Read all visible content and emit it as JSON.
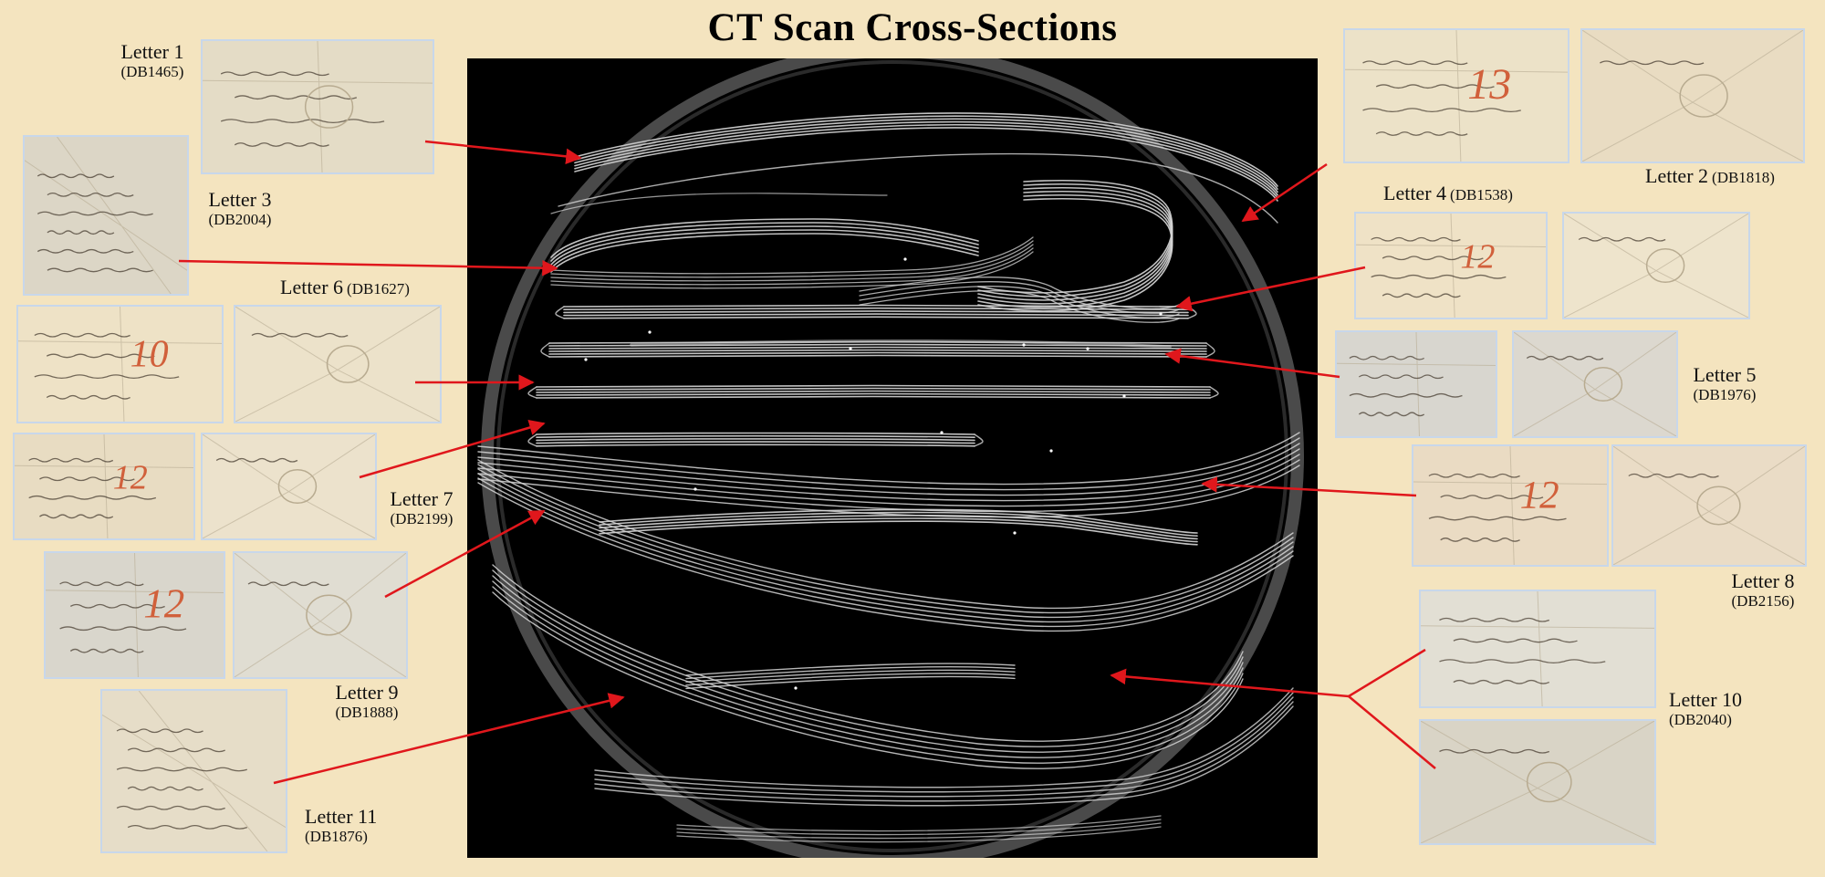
{
  "title": "CT Scan Cross-Sections",
  "colors": {
    "background": "#f4e4bf",
    "arrow": "#e0171c",
    "scan_bg": "#000000",
    "scan_line": "#d9d9d9",
    "paper": "#e6dcc4",
    "ink": "#4a3f33",
    "red_ink": "#d1603b"
  },
  "letters": [
    {
      "name": "Letter 1",
      "id": "(DB1465)"
    },
    {
      "name": "Letter 2",
      "id": "(DB1818)"
    },
    {
      "name": "Letter 3",
      "id": "(DB2004)"
    },
    {
      "name": "Letter 4",
      "id": "(DB1538)"
    },
    {
      "name": "Letter 5",
      "id": "(DB1976)"
    },
    {
      "name": "Letter 6",
      "id": "(DB1627)"
    },
    {
      "name": "Letter 7",
      "id": "(DB2199)"
    },
    {
      "name": "Letter 8",
      "id": "(DB2156)"
    },
    {
      "name": "Letter 9",
      "id": "(DB1888)"
    },
    {
      "name": "Letter 10",
      "id": "(DB2040)"
    },
    {
      "name": "Letter 11",
      "id": "(DB1876)"
    }
  ],
  "photos": [
    {
      "letter": "Letter 1",
      "side": "seal",
      "red_mark": ""
    },
    {
      "letter": "Letter 2",
      "side": "address",
      "red_mark": "13"
    },
    {
      "letter": "Letter 2",
      "side": "back",
      "red_mark": ""
    },
    {
      "letter": "Letter 3",
      "side": "fold",
      "red_mark": ""
    },
    {
      "letter": "Letter 4",
      "side": "address",
      "red_mark": "12"
    },
    {
      "letter": "Letter 4",
      "side": "back",
      "red_mark": ""
    },
    {
      "letter": "Letter 5",
      "side": "address",
      "red_mark": ""
    },
    {
      "letter": "Letter 5",
      "side": "back",
      "red_mark": ""
    },
    {
      "letter": "Letter 6",
      "side": "address",
      "red_mark": "10"
    },
    {
      "letter": "Letter 6",
      "side": "back",
      "red_mark": ""
    },
    {
      "letter": "Letter 7",
      "side": "address",
      "red_mark": "12"
    },
    {
      "letter": "Letter 7",
      "side": "back",
      "red_mark": ""
    },
    {
      "letter": "Letter 8",
      "side": "address",
      "red_mark": "12"
    },
    {
      "letter": "Letter 8",
      "side": "back",
      "red_mark": ""
    },
    {
      "letter": "Letter 9",
      "side": "address",
      "red_mark": "12"
    },
    {
      "letter": "Letter 9",
      "side": "back",
      "red_mark": ""
    },
    {
      "letter": "Letter 10",
      "side": "address",
      "red_mark": ""
    },
    {
      "letter": "Letter 10",
      "side": "back",
      "red_mark": ""
    },
    {
      "letter": "Letter 11",
      "side": "fold",
      "red_mark": ""
    }
  ]
}
